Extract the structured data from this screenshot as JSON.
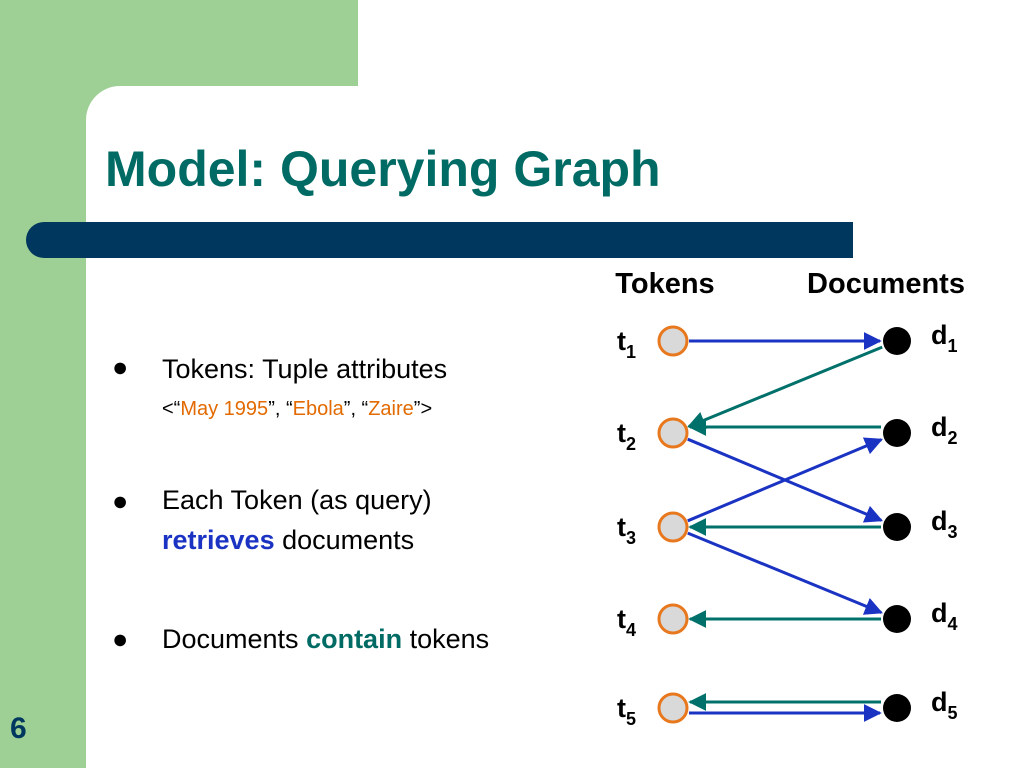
{
  "slide": {
    "title": "Model: Querying Graph",
    "page_number": "6"
  },
  "bullets": [
    {
      "text": "Tokens: Tuple attributes",
      "sub": {
        "open": "<“",
        "v1": "May 1995",
        "sep1": "”, “",
        "v2": "Ebola",
        "sep2": "”, “",
        "v3": "Zaire",
        "close": "”>"
      }
    },
    {
      "line1": "Each Token (as query)",
      "keyword": "retrieves",
      "rest": " documents"
    },
    {
      "prefix": "Documents ",
      "keyword": "contain",
      "suffix": " tokens"
    }
  ],
  "graph": {
    "tokens_header": "Tokens",
    "documents_header": "Documents",
    "tokens": [
      {
        "letter": "t",
        "sub": "1"
      },
      {
        "letter": "t",
        "sub": "2"
      },
      {
        "letter": "t",
        "sub": "3"
      },
      {
        "letter": "t",
        "sub": "4"
      },
      {
        "letter": "t",
        "sub": "5"
      }
    ],
    "documents": [
      {
        "letter": "d",
        "sub": "1"
      },
      {
        "letter": "d",
        "sub": "2"
      },
      {
        "letter": "d",
        "sub": "3"
      },
      {
        "letter": "d",
        "sub": "4"
      },
      {
        "letter": "d",
        "sub": "5"
      }
    ],
    "query_edges": [
      {
        "from": "t1",
        "to": "d1"
      },
      {
        "from": "t2",
        "to": "d3"
      },
      {
        "from": "t3",
        "to": "d2"
      },
      {
        "from": "t3",
        "to": "d4"
      },
      {
        "from": "t5",
        "to": "d5"
      }
    ],
    "contain_edges": [
      {
        "from": "d1",
        "to": "t2"
      },
      {
        "from": "d2",
        "to": "t2"
      },
      {
        "from": "d3",
        "to": "t3"
      },
      {
        "from": "d4",
        "to": "t4"
      },
      {
        "from": "d5",
        "to": "t5"
      }
    ],
    "colors": {
      "query_edge": "#1a33c2",
      "contain_edge": "#00706b",
      "token_fill": "#d9d9d9",
      "token_stroke": "#e8781e",
      "document_fill": "#000000"
    }
  }
}
